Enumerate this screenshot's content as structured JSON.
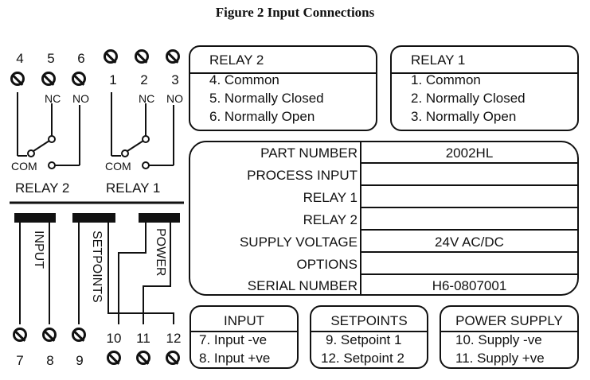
{
  "title": "Figure 2 Input Connections",
  "top_terminals": [
    "4",
    "5",
    "6",
    "1",
    "2",
    "3"
  ],
  "bottom_terminals": [
    "7",
    "8",
    "9",
    "10",
    "11",
    "12"
  ],
  "relay_contacts": {
    "relay2": {
      "nc": "NC",
      "no": "NO",
      "com": "COM",
      "name": "RELAY 2"
    },
    "relay1": {
      "nc": "NC",
      "no": "NO",
      "com": "COM",
      "name": "RELAY 1"
    }
  },
  "connectors": [
    "INPUT",
    "SETPOINTS",
    "POWER"
  ],
  "relay2_box": {
    "title": "RELAY 2",
    "lines": [
      "4. Common",
      "5. Normally Closed",
      "6. Normally Open"
    ]
  },
  "relay1_box": {
    "title": "RELAY 1",
    "lines": [
      "1. Common",
      "2. Normally Closed",
      "3. Normally Open"
    ]
  },
  "info_table": {
    "rows": [
      {
        "label": "PART NUMBER",
        "value": "2002HL"
      },
      {
        "label": "PROCESS INPUT",
        "value": ""
      },
      {
        "label": "RELAY 1",
        "value": ""
      },
      {
        "label": "RELAY 2",
        "value": ""
      },
      {
        "label": "SUPPLY VOLTAGE",
        "value": "24V AC/DC"
      },
      {
        "label": "OPTIONS",
        "value": ""
      },
      {
        "label": "SERIAL NUMBER",
        "value": "H6-0807001"
      }
    ]
  },
  "input_box": {
    "title": "INPUT",
    "lines": [
      "7. Input -ve",
      "8. Input +ve"
    ]
  },
  "setpoints_box": {
    "title": "SETPOINTS",
    "lines": [
      "9.  Setpoint 1",
      "12. Setpoint 2"
    ]
  },
  "power_box": {
    "title": "POWER SUPPLY",
    "lines": [
      "10. Supply -ve",
      "11. Supply +ve"
    ]
  }
}
